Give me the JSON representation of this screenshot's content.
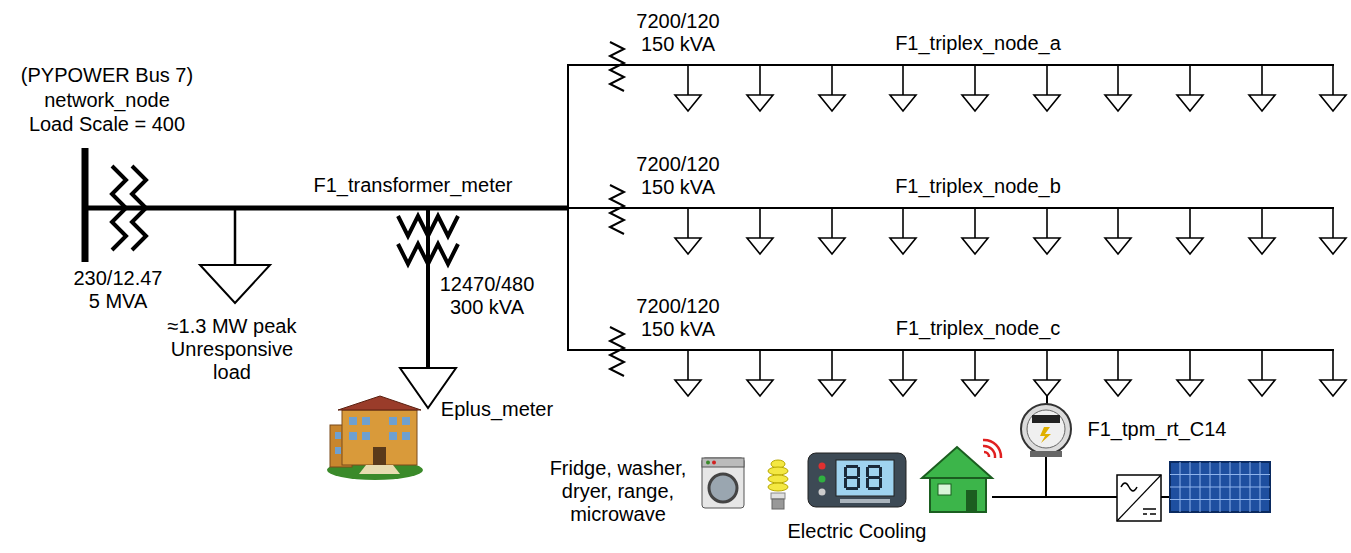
{
  "diagram": {
    "labels": [
      "(PYPOWER Bus 7)",
      "network_node",
      "Load Scale = 400",
      "7200/120 150 kVA",
      "F1_triplex_node_a",
      "F1_transformer_meter",
      "7200/120 150 kVA",
      "F1_triplex_node_b",
      "230/12.47 5 MVA",
      "12470/480 300 kVA",
      "7200/120 150 kVA",
      "F1_triplex_node_c",
      "≈1.3 MW peak Unresponsive load",
      "Eplus_meter",
      "F1_tpm_rt_C14",
      "Fridge, washer, dryer, range, microwave",
      "Electric Cooling"
    ]
  }
}
